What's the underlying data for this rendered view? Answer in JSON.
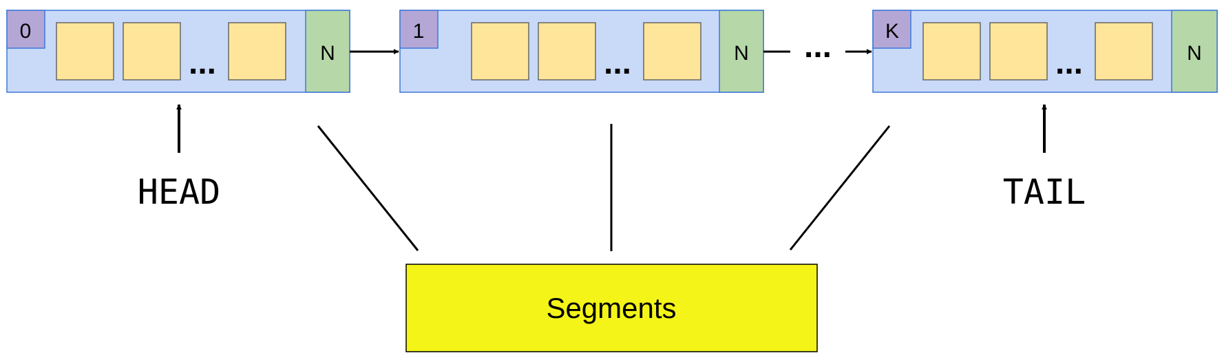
{
  "segments": [
    {
      "index_label": "0",
      "ellipsis": "...",
      "next_label": "N"
    },
    {
      "index_label": "1",
      "ellipsis": "...",
      "next_label": "N"
    },
    {
      "index_label": "K",
      "ellipsis": "...",
      "next_label": "N"
    }
  ],
  "between_ellipsis": "...",
  "pointers": {
    "head_label": "HEAD",
    "tail_label": "TAIL"
  },
  "group_label": "Segments",
  "colors": {
    "segment_fill": "#c9daf8",
    "segment_border": "#3c78d8",
    "index_fill": "#b4a7d6",
    "slot_fill": "#fee599",
    "slot_border": "#666666",
    "next_fill": "#b6d7a8",
    "group_fill": "#f4f419",
    "line": "#000000"
  }
}
